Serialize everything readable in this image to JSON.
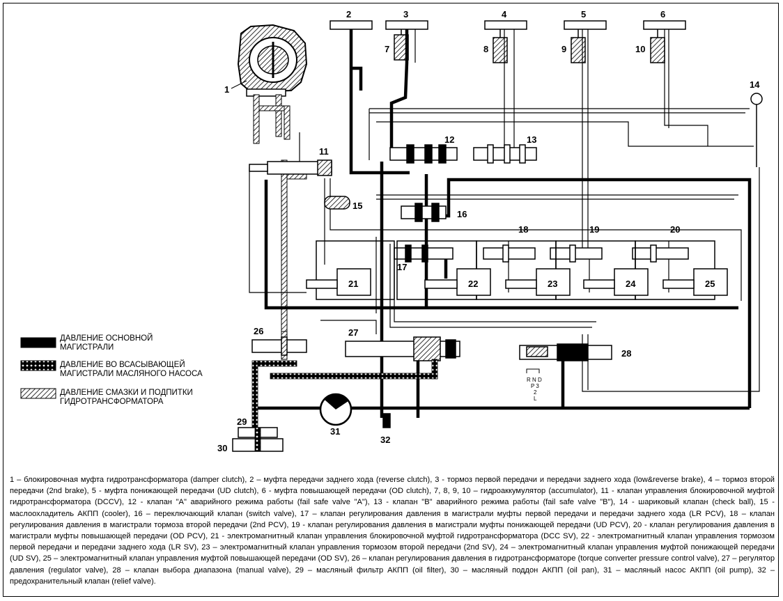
{
  "callouts": {
    "n1": "1",
    "n2": "2",
    "n3": "3",
    "n4": "4",
    "n5": "5",
    "n6": "6",
    "n7": "7",
    "n8": "8",
    "n9": "9",
    "n10": "10",
    "n11": "11",
    "n12": "12",
    "n13": "13",
    "n14": "14",
    "n15": "15",
    "n16": "16",
    "n17": "17",
    "n18": "18",
    "n19": "19",
    "n20": "20",
    "n21": "21",
    "n22": "22",
    "n23": "23",
    "n24": "24",
    "n25": "25",
    "n26": "26",
    "n27": "27",
    "n28": "28",
    "n29": "29",
    "n30": "30",
    "n31": "31",
    "n32": "32"
  },
  "legend": {
    "main_line_1": "ДАВЛЕНИЕ ОСНОВНОЙ",
    "main_line_2": "МАГИСТРАЛИ",
    "suction_1": "ДАВЛЕНИЕ ВО ВСАСЫВАЮЩЕЙ",
    "suction_2": "МАГИСТРАЛИ МАСЛЯНОГО НАСОСА",
    "lube_1": "ДАВЛЕНИЕ СМАЗКИ И ПОДПИТКИ",
    "lube_2": "ГИДРОТРАНСФОРМАТОРА"
  },
  "selector": {
    "row1": "R N D",
    "row2": "P 3",
    "row3": "2",
    "row4": "L"
  },
  "caption": "1 – блокировочная муфта гидротрансформатора (damper clutch), 2 – муфта передачи заднего хода (reverse clutch), 3 - тормоз первой передачи и передачи заднего хода (low&reverse brake), 4 – тормоз второй передачи (2nd brake), 5 - муфта понижающей передачи (UD clutch), 6 - муфта повышающей передачи (OD clutch), 7, 8, 9, 10 – гидроаккумулятор (accumulator), 11 - клапан управления блокировочной муфтой гидротрансформатора (DCCV), 12 - клапан \"А\" аварийного режима работы (fail safe valve \"А\"), 13 - клапан \"В\" аварийного режима работы (fail safe valve \"В\"), 14 - шариковый клапан (check ball), 15 - маслоохладитель АКПП (cooler), 16 – переключающий клапан (switch valve), 17 – клапан регулирования давления в магистрали муфты первой передачи и передачи заднего хода (LR PCV), 18 – клапан регулирования давления в магистрали тормоза второй передачи (2nd PCV), 19 - клапан регулирования давления в магистрали муфты понижающей передачи (UD PCV), 20 - клапан регулирования давления в магистрали муфты повышающей передачи (OD PCV), 21 - электромагнитный клапан управления блокировочной муфтой гидротрансформатора (DCC SV), 22 - электромагнитный клапан управления тормозом первой передачи и передачи заднего хода (LR SV), 23 – электромагнитный клапан управления тормозом второй передачи (2nd SV), 24 – электромагнитный клапан управления муфтой понижающей передачи (UD SV), 25 – электромагнитный клапан управления муфтой повышающей передачи (OD SV), 26 – клапан регулирования давления в гидротрансформаторе (torque converter pressure control valve), 27 – регулятор давления (regulator valve), 28 – клапан выбора диапазона (manual valve), 29 – масляный фильтр АКПП (oil filter), 30 – масляный поддон АКПП (oil pan), 31 – масляный насос АКПП (oil pump), 32 – предохранительный клапан (relief valve)."
}
